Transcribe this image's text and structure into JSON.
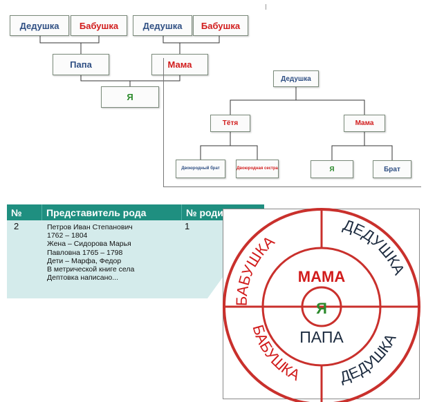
{
  "tree1": {
    "grandpa_left": "Дедушка",
    "grandma_left": "Бабушка",
    "grandpa_right": "Дедушка",
    "grandma_right": "Бабушка",
    "dad": "Папа",
    "mom": "Мама",
    "me": "Я"
  },
  "tree2": {
    "grandpa": "Дедушка",
    "aunt": "Тётя",
    "mom": "Мама",
    "cousin_brother": "Двоюродный брат",
    "cousin_sister": "Двоюродная сестра",
    "me": "Я",
    "brother": "Брат"
  },
  "table": {
    "headers": [
      "№",
      "Представитель рода",
      "№ родителя"
    ],
    "row": {
      "num": "2",
      "lines": [
        "Петров Иван Степанович",
        "1762 – 1804",
        "Жена – Сидорова Марья",
        "Павловна 1765 – 1798",
        "Дети – Марфа, Федор",
        "В метрической книге села",
        "Дептовка написано..."
      ],
      "parent": "1"
    }
  },
  "circle": {
    "me": "Я",
    "mom": "МАМА",
    "dad": "ПАПА",
    "grandma_top": "БАБУШКА",
    "grandpa_top": "ДЕДУШКА",
    "grandma_bottom": "БАБУШКА",
    "grandpa_bottom": "ДЕДУШКА"
  },
  "colors": {
    "blue": "#2f4f83",
    "red": "#d11c1c",
    "green": "#2c8a2c",
    "teal": "#1f8f80",
    "table_bg": "#d4ebeb"
  }
}
